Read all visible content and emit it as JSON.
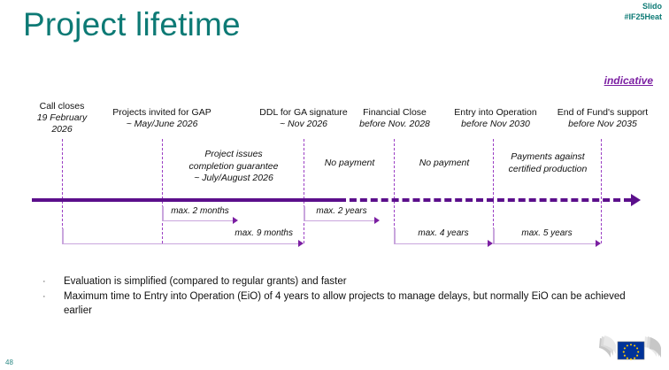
{
  "header": {
    "title": "Project lifetime",
    "slido_label": "Slido",
    "slido_tag": "#IF25Heat",
    "indicative_note": "indicative"
  },
  "colors": {
    "title_teal": "#0d7a75",
    "purple_axis": "#5b0f8b",
    "purple_dashed": "#9b3fc4",
    "measure_line": "#c9a6dd",
    "accent_purple": "#7b1fa2"
  },
  "timeline": {
    "milestones": [
      {
        "name": "call-closes",
        "title": "Call closes",
        "sub": "19 February",
        "sub2": "2026"
      },
      {
        "name": "projects-invited",
        "title": "Projects invited for GAP",
        "sub": "~ May/June 2026",
        "sub2": ""
      },
      {
        "name": "ddl-ga-signature",
        "title": "DDL for GA signature",
        "sub": "~ Nov 2026",
        "sub2": ""
      },
      {
        "name": "financial-close",
        "title": "Financial Close",
        "sub": "before Nov. 2028",
        "sub2": ""
      },
      {
        "name": "entry-into-operation",
        "title": "Entry into Operation",
        "sub": "before Nov 2030",
        "sub2": ""
      },
      {
        "name": "end-of-fund-support",
        "title": "End of Fund's support",
        "sub": "before Nov 2035",
        "sub2": ""
      }
    ],
    "annotations": [
      {
        "name": "project-issues-guarantee",
        "lines": [
          "Project issues",
          "completion guarantee",
          "~ July/August 2026"
        ]
      },
      {
        "name": "no-payment-1",
        "lines": [
          "No payment"
        ]
      },
      {
        "name": "no-payment-2",
        "lines": [
          "No payment"
        ]
      },
      {
        "name": "payments-certified",
        "lines": [
          "Payments against",
          "certified production"
        ]
      }
    ],
    "measures": [
      {
        "name": "max-2-months",
        "label": "max. 2 months"
      },
      {
        "name": "max-2-years",
        "label": "max. 2 years"
      },
      {
        "name": "max-9-months",
        "label": "max. 9 months"
      },
      {
        "name": "max-4-years",
        "label": "max. 4 years"
      },
      {
        "name": "max-5-years",
        "label": "max. 5 years"
      }
    ]
  },
  "bullets": [
    "Evaluation is simplified (compared to regular grants) and faster",
    "Maximum time to Entry into Operation (EiO) of 4 years to allow projects to manage delays, but normally EiO can be achieved earlier"
  ],
  "bullet_marker": "·",
  "footer": {
    "page_number": "48"
  }
}
